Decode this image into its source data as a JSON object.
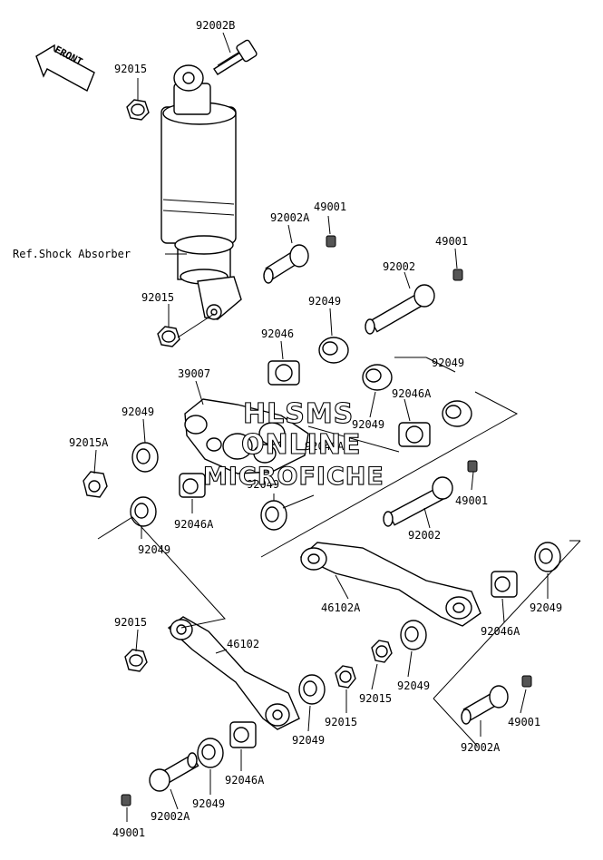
{
  "front_label": "FRONT",
  "ref_label": "Ref.Shock Absorber",
  "watermark": [
    "HLSMS",
    "ONLINE",
    "MICROFICHE"
  ],
  "labels": {
    "l_92002B": "92002B",
    "l_92015_a": "92015",
    "l_92015_b": "92015",
    "l_49001_a": "49001",
    "l_92002A_a": "92002A",
    "l_49001_b": "49001",
    "l_92002_a": "92002",
    "l_92049_a": "92049",
    "l_92046": "92046",
    "l_39007": "39007",
    "l_92049_b": "92049",
    "l_92046A_a": "92046A",
    "l_92049_c": "92049",
    "l_92049_d": "92049",
    "l_92046A_b": "92046A",
    "l_92015A": "92015A",
    "l_92049_e": "92049",
    "l_92046A_c": "92046A",
    "l_49001_c": "49001",
    "l_92049_f": "92049",
    "l_92002_b": "92002",
    "l_46102A": "46102A",
    "l_92046A_d": "92046A",
    "l_92049_g": "92049",
    "l_92015_c": "92015",
    "l_46102": "46102",
    "l_92049_h": "92049",
    "l_92015_d": "92015",
    "l_92015_e": "92015",
    "l_92049_i": "92049",
    "l_49001_d": "49001",
    "l_92002A_b": "92002A",
    "l_92046A_e": "92046A",
    "l_92049_j": "92049",
    "l_92002A_c": "92002A",
    "l_49001_e": "49001"
  }
}
